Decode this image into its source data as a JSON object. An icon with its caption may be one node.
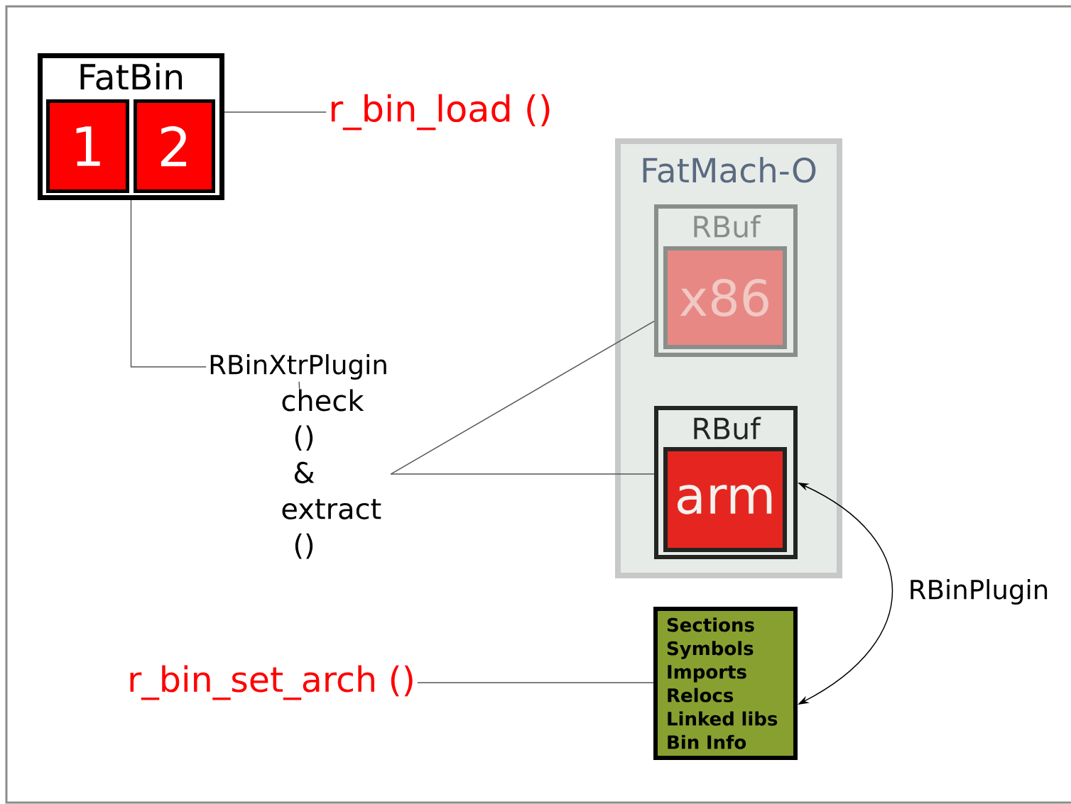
{
  "diagram": {
    "nodes": [
      {
        "text": [
          "FatBin"
        ]
      },
      {
        "text": [
          "1"
        ],
        "in": 0
      },
      {
        "text": [
          "2"
        ],
        "in": 0
      },
      {
        "text": [
          "r_bin_load ()"
        ]
      },
      {
        "text": [
          "RBinXtrPlugin"
        ]
      },
      {
        "text": [
          "check () & extract ()"
        ]
      },
      {
        "text": [
          "FatMach-O"
        ]
      },
      {
        "text": [
          "RBuf"
        ],
        "in": 6
      },
      {
        "text": [
          "x86"
        ],
        "in": 7
      },
      {
        "text": [
          "RBuf"
        ],
        "in": 6
      },
      {
        "text": [
          "arm"
        ],
        "in": 9
      },
      {
        "text": [
          "Sections",
          "Symbols",
          "Imports",
          "Relocs",
          "Linked libs",
          "Bin Info"
        ]
      },
      {
        "text": [
          "r_bin_set_arch ()"
        ]
      }
    ],
    "edges": [
      {
        "from": 0,
        "to": 3,
        "arrow": "none"
      },
      {
        "from": 0,
        "to": 4,
        "arrow": "none"
      },
      {
        "from": 4,
        "to": 5,
        "arrow": "none"
      },
      {
        "from": 5,
        "to": 7,
        "arrow": "none"
      },
      {
        "from": 5,
        "to": 9,
        "arrow": "none"
      },
      {
        "from": 9,
        "to": 11,
        "arrow": "both",
        "label": "RBinPlugin"
      },
      {
        "from": 12,
        "to": 11,
        "arrow": "none"
      }
    ]
  }
}
